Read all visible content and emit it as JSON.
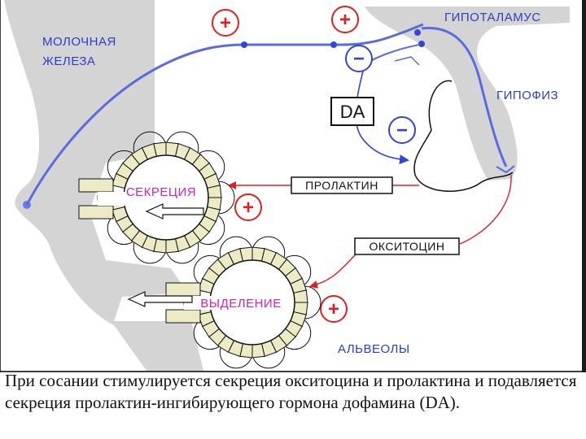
{
  "labels": {
    "mammary_gland_line1": "МОЛОЧНАЯ",
    "mammary_gland_line2": "ЖЕЛЕЗА",
    "hypothalamus": "ГИПОТАЛАМУС",
    "pituitary": "ГИПОФИЗ",
    "da": "DA",
    "prolactin": "ПРОЛАКТИН",
    "oxytocin": "ОКСИТОЦИН",
    "secretion": "СЕКРЕЦИЯ",
    "ejection": "ВЫДЕЛЕНИЕ",
    "alveoli": "АЛЬВЕОЛЫ"
  },
  "signs": {
    "plus": "+",
    "minus": "−"
  },
  "colors": {
    "nerve_blue": "#5a6be0",
    "hormone_red": "#e02020",
    "tissue_gray": "#d4d4d4",
    "cell_yellow": "#ecebc6",
    "label_blue": "#2a3fc4",
    "label_magenta": "#d020c0"
  },
  "caption": "При сосании стимулируется секреция окситоцина и пролактина и подавляется секреция пролактин-ингибирующего гормона дофамина (DA)."
}
